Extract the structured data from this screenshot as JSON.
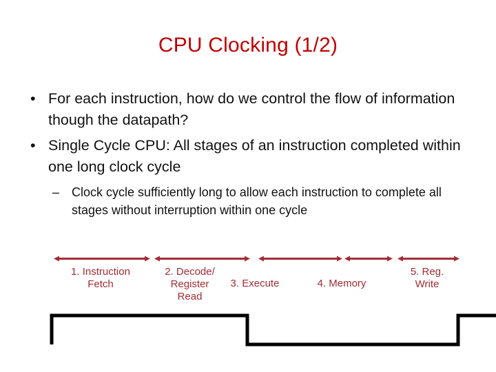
{
  "slide": {
    "title": "CPU Clocking (1/2)",
    "title_color": "#C00000",
    "body_color": "#111111",
    "accent_color": "#A32C35"
  },
  "bullets": [
    {
      "level": 1,
      "marker": "•",
      "text": "For each instruction, how do we control the flow of information though the datapath?"
    },
    {
      "level": 1,
      "marker": "•",
      "text": "Single Cycle CPU: All stages of an instruction completed within one long clock cycle"
    },
    {
      "level": 2,
      "marker": "–",
      "text": "Clock cycle sufficiently long to allow each instruction to complete all stages without interruption within one cycle"
    }
  ],
  "timing_diagram": {
    "arrow_color": "#A32C35",
    "label_color": "#A32C35",
    "wave_color": "#000000",
    "stages": [
      {
        "label": "1. Instruction Fetch",
        "lines": [
          "1. Instruction",
          "Fetch"
        ]
      },
      {
        "label": "2. Decode/ Register Read",
        "lines": [
          "2. Decode/",
          "Register",
          "Read"
        ]
      },
      {
        "label": "3. Execute",
        "lines": [
          "3. Execute"
        ]
      },
      {
        "label": "4. Memory",
        "lines": [
          "4. Memory"
        ]
      },
      {
        "label": "5. Reg. Write",
        "lines": [
          "5. Reg.",
          "Write"
        ]
      }
    ],
    "clock_waveform": {
      "description": "single long clock cycle: one high pulse then low then rising edge",
      "levels": [
        "high",
        "low",
        "high"
      ]
    }
  }
}
